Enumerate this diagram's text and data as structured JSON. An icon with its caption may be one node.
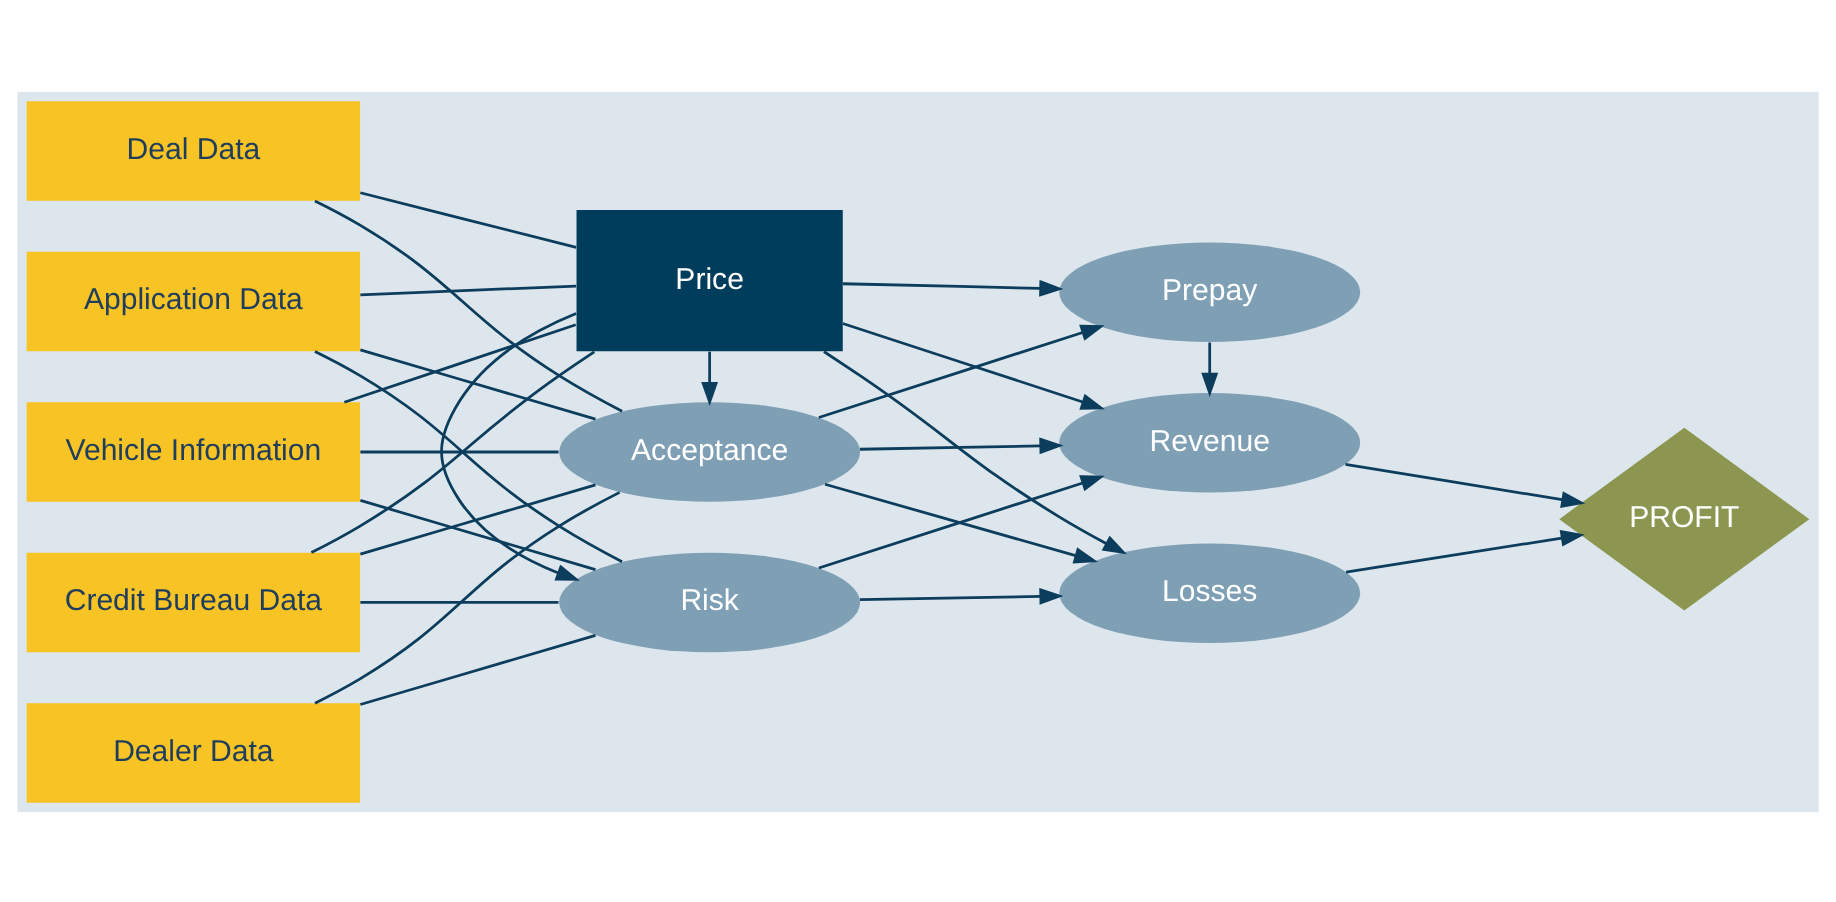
{
  "diagram": {
    "nodes": [
      {
        "text": [
          "Dealer Data"
        ]
      },
      {
        "text": [
          "Deal Data"
        ]
      },
      {
        "text": [
          "Application Data"
        ]
      },
      {
        "text": [
          "Vehicle Information"
        ]
      },
      {
        "text": [
          "Credit Bureau Data"
        ]
      },
      {
        "text": [
          "Acceptance"
        ]
      },
      {
        "text": [
          "Prepay"
        ]
      },
      {
        "text": [
          "Revenue"
        ]
      },
      {
        "text": [
          "Price"
        ]
      },
      {
        "text": [
          "Losses"
        ]
      },
      {
        "text": [
          "Risk"
        ]
      },
      {
        "text": [
          "PROFIT"
        ]
      }
    ],
    "edges": [
      {
        "from": 0,
        "to": 5,
        "arrow": "none"
      },
      {
        "from": 0,
        "to": 10,
        "arrow": "none"
      },
      {
        "from": 1,
        "to": 5,
        "arrow": "none"
      },
      {
        "from": 1,
        "to": 8,
        "arrow": "none"
      },
      {
        "from": 2,
        "to": 5,
        "arrow": "none"
      },
      {
        "from": 2,
        "to": 8,
        "arrow": "none"
      },
      {
        "from": 2,
        "to": 10,
        "arrow": "none"
      },
      {
        "from": 3,
        "to": 5,
        "arrow": "none"
      },
      {
        "from": 3,
        "to": 8,
        "arrow": "none"
      },
      {
        "from": 3,
        "to": 10,
        "arrow": "none"
      },
      {
        "from": 4,
        "to": 5,
        "arrow": "none"
      },
      {
        "from": 4,
        "to": 8,
        "arrow": "none"
      },
      {
        "from": 4,
        "to": 10,
        "arrow": "none"
      },
      {
        "from": 5,
        "to": 6,
        "arrow": "to"
      },
      {
        "from": 5,
        "to": 7,
        "arrow": "to"
      },
      {
        "from": 5,
        "to": 9,
        "arrow": "to"
      },
      {
        "from": 8,
        "to": 5,
        "arrow": "to"
      },
      {
        "from": 8,
        "to": 6,
        "arrow": "to"
      },
      {
        "from": 8,
        "to": 7,
        "arrow": "to"
      },
      {
        "from": 8,
        "to": 9,
        "arrow": "to"
      },
      {
        "from": 8,
        "to": 10,
        "arrow": "to"
      },
      {
        "from": 10,
        "to": 7,
        "arrow": "to"
      },
      {
        "from": 10,
        "to": 9,
        "arrow": "to"
      },
      {
        "from": 6,
        "to": 7,
        "arrow": "to"
      },
      {
        "from": 7,
        "to": 11,
        "arrow": "to"
      },
      {
        "from": 9,
        "to": 11,
        "arrow": "to"
      }
    ]
  }
}
